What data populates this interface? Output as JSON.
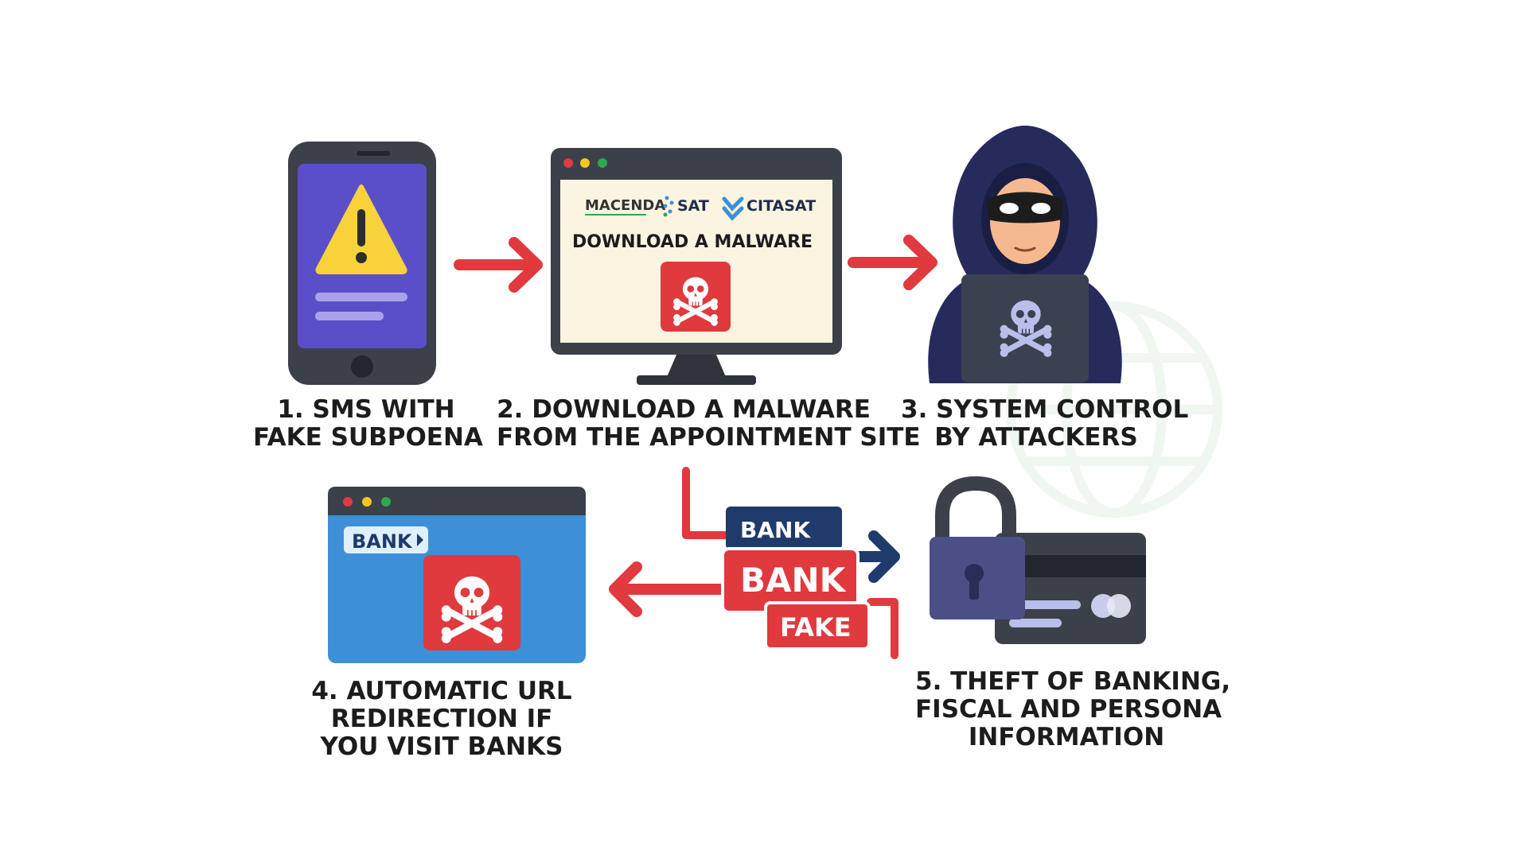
{
  "steps": [
    {
      "number": "1.",
      "lines": [
        "1. SMS WITH",
        "FAKE SUBPOENA"
      ]
    },
    {
      "number": "2.",
      "lines": [
        "2. DOWNLOAD A MALWARE",
        "FROM THE APPOINTMENT SITE"
      ]
    },
    {
      "number": "3.",
      "lines": [
        "3. SYSTEM CONTROL",
        "BY ATTACKERS"
      ]
    },
    {
      "number": "4.",
      "lines": [
        "4. AUTOMATIC URL",
        "REDIRECTION IF",
        "YOU VISIT BANKS"
      ]
    },
    {
      "number": "5.",
      "lines": [
        "5. THEFT OF BANKING,",
        "FISCAL AND PERSONA",
        "INFORMATION"
      ]
    }
  ],
  "monitor": {
    "logos": [
      "MACENDA",
      "SAT",
      "CITASAT"
    ],
    "headline": "DOWNLOAD A MALWARE"
  },
  "browser_tag": "BANK",
  "cards": {
    "real": "BANK",
    "fake_top": "BANK",
    "fake_bottom": "FAKE"
  },
  "icons": [
    "warning-icon",
    "skull-icon",
    "hacker-icon",
    "padlock-icon",
    "credit-card-icon",
    "arrow-icon"
  ],
  "colors": {
    "arrow_red": "#e0393e",
    "phone_screen": "#5b4fc9",
    "warning_yellow": "#f7d23b",
    "device_dark": "#3b4049",
    "monitor_screen": "#fbf4e0",
    "browser_blue": "#3d8fd8",
    "hood_navy": "#262b5c",
    "skull_lavender": "#b9bfea",
    "bank_navy": "#1f3a6b",
    "lock_purple": "#4b4f86"
  }
}
